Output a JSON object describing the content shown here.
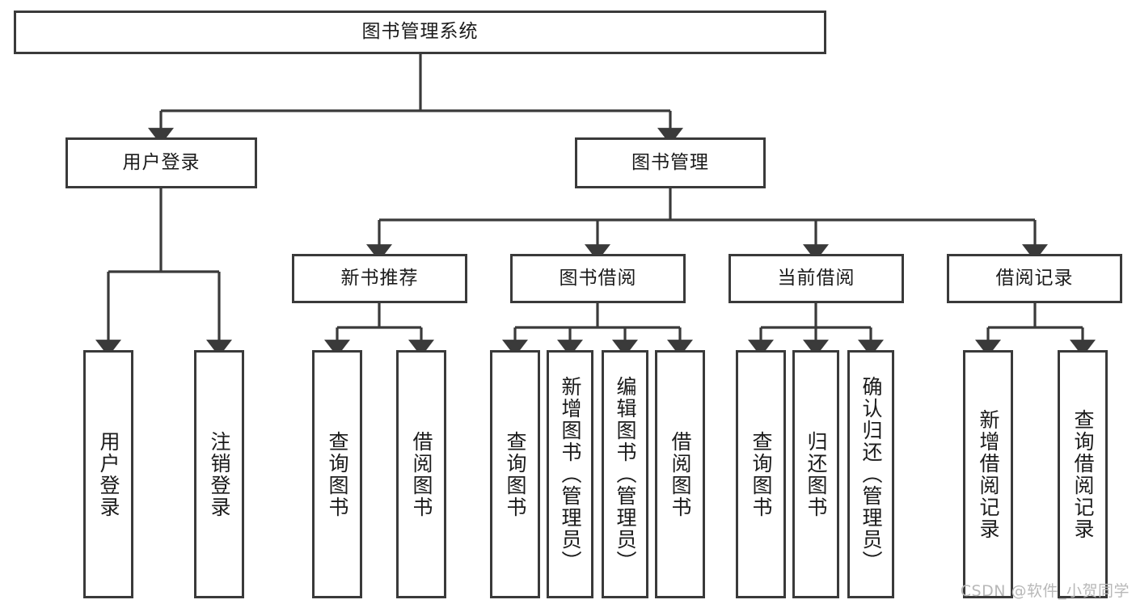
{
  "diagram": {
    "title": "图书管理系统",
    "type": "tree-hierarchy-diagram",
    "root": {
      "label": "图书管理系统"
    },
    "level2": [
      {
        "label": "用户登录"
      },
      {
        "label": "图书管理"
      }
    ],
    "level3": [
      {
        "label": "新书推荐"
      },
      {
        "label": "图书借阅"
      },
      {
        "label": "当前借阅"
      },
      {
        "label": "借阅记录"
      }
    ],
    "leaves": [
      {
        "label": "用户登录"
      },
      {
        "label": "注销登录"
      },
      {
        "label": "查询图书"
      },
      {
        "label": "借阅图书"
      },
      {
        "label": "查询图书"
      },
      {
        "label": "新增图书（管理员）"
      },
      {
        "label": "编辑图书（管理员）"
      },
      {
        "label": "借阅图书"
      },
      {
        "label": "查询图书"
      },
      {
        "label": "归还图书"
      },
      {
        "label": "确认归还（管理员）"
      },
      {
        "label": "新增借阅记录"
      },
      {
        "label": "查询借阅记录"
      }
    ],
    "watermark": "CSDN @软件_小贺同学",
    "colors": {
      "stroke": "#3a3a3a",
      "fill": "#ffffff",
      "text": "#1b1b1b",
      "watermark": "#b8b8b8",
      "background": "#ffffff"
    }
  }
}
